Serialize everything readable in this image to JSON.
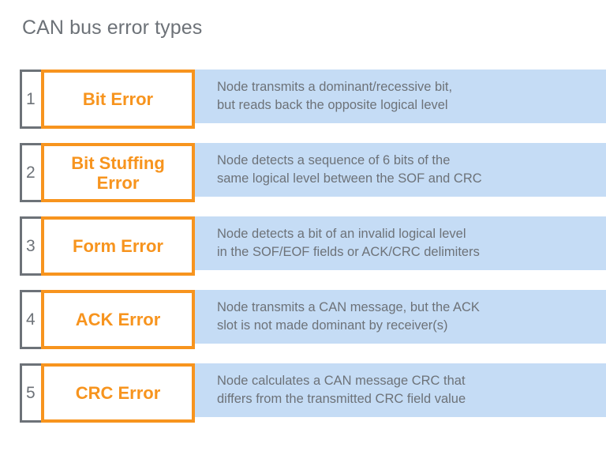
{
  "page": {
    "title": "CAN bus error types",
    "background_color": "#ffffff"
  },
  "colors": {
    "orange": "#f7941e",
    "blue_band": "#c5dcf5",
    "gray_text": "#6d7278",
    "gray_border": "#6d7278"
  },
  "rows": [
    {
      "number": "1",
      "label_lines": [
        "Bit Error"
      ],
      "description_lines": [
        "Node transmits a dominant/recessive bit,",
        "but reads back the opposite logical level"
      ]
    },
    {
      "number": "2",
      "label_lines": [
        "Bit Stuffing",
        "Error"
      ],
      "description_lines": [
        "Node detects a sequence of 6 bits of the",
        "same logical level between the SOF and CRC"
      ]
    },
    {
      "number": "3",
      "label_lines": [
        "Form Error"
      ],
      "description_lines": [
        "Node detects a bit of an invalid logical level",
        "in the SOF/EOF fields or ACK/CRC delimiters"
      ]
    },
    {
      "number": "4",
      "label_lines": [
        "ACK Error"
      ],
      "description_lines": [
        "Node transmits a CAN message, but the ACK",
        "slot is not made dominant by receiver(s)"
      ]
    },
    {
      "number": "5",
      "label_lines": [
        "CRC Error"
      ],
      "description_lines": [
        "Node calculates a CAN message CRC that",
        "differs from the transmitted CRC field value"
      ]
    }
  ]
}
